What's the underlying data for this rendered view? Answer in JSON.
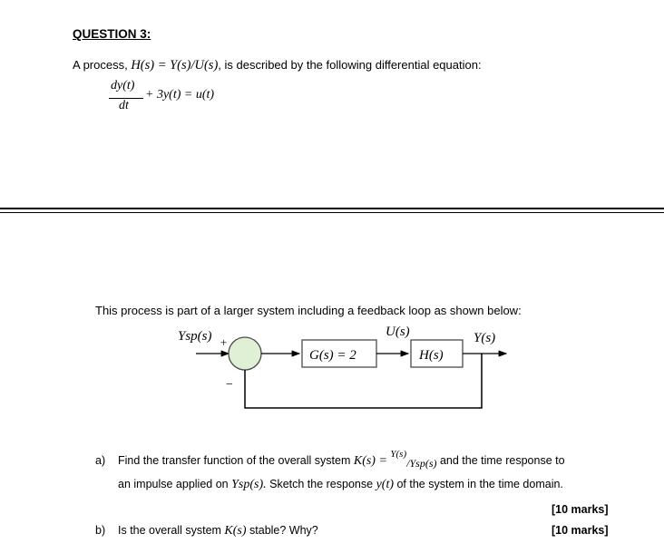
{
  "question": {
    "heading": "QUESTION 3:",
    "intro_prefix": "A process, ",
    "intro_math": "H(s) = Y(s)/U(s)",
    "intro_suffix": ", is described by the following differential equation:",
    "eq_numerator": "dy(t)",
    "eq_denominator": "dt",
    "eq_rest": "+ 3y(t) = u(t)"
  },
  "system": {
    "description": "This process is part of a larger system including a feedback loop as shown below:",
    "input_label": "Ysp(s)",
    "plus_sign": "+",
    "minus_sign": "−",
    "block1_label": "G(s) = 2",
    "signal_label": "U(s)",
    "block2_label": "H(s)",
    "output_label": "Y(s)"
  },
  "parts": {
    "a_marker": "a)",
    "a_line1_prefix": "Find the transfer function of the overall system",
    "a_math_k": "K(s) =",
    "a_math_num": "Y(s)",
    "a_math_den": "/Ysp(s)",
    "a_line1_suffix": "and the time response to",
    "a_line2_prefix": "an impulse applied on",
    "a_math_ysp": "Ysp(s).",
    "a_line2_mid": "Sketch the response",
    "a_math_yt": "y(t)",
    "a_line2_suffix": "of the system in the time domain.",
    "a_marks": "[10 marks]",
    "b_marker": "b)",
    "b_prefix": "Is the overall system",
    "b_math": "K(s)",
    "b_suffix": "stable? Why?",
    "b_marks": "[10 marks]"
  }
}
